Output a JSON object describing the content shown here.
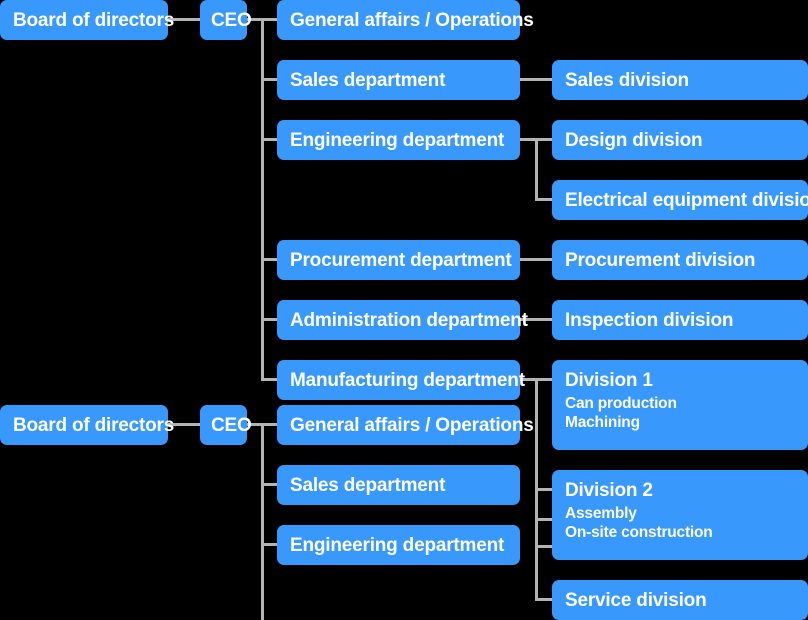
{
  "theme": {
    "background": "#000000",
    "node_fill": "#3898fc",
    "node_text": "#ffffff",
    "connector": "#b3b3b3"
  },
  "chart": {
    "type": "organization-chart",
    "instances": [
      {
        "id": "instance-1",
        "nodes": {
          "board": {
            "title": "Board of directors"
          },
          "ceo": {
            "title": "CEO"
          },
          "dept_general_affairs": {
            "title": "General affairs / Operations"
          },
          "dept_sales": {
            "title": "Sales department"
          },
          "dept_engineering": {
            "title": "Engineering department"
          },
          "dept_procurement": {
            "title": "Procurement department"
          },
          "dept_administration": {
            "title": "Administration department"
          },
          "dept_manufacturing": {
            "title": "Manufacturing department"
          },
          "div_sales": {
            "title": "Sales division"
          },
          "div_design": {
            "title": "Design division"
          },
          "div_electrical": {
            "title": "Electrical equipment division"
          },
          "div_procurement": {
            "title": "Procurement division"
          },
          "div_inspection": {
            "title": "Inspection division"
          },
          "div_1": {
            "title": "Division 1",
            "line2": "Can production",
            "line3": "Machining"
          },
          "div_2": {
            "title": "Division 2",
            "line2": "Assembly",
            "line3": "On-site construction"
          },
          "div_service": {
            "title": "Service division"
          }
        }
      },
      {
        "id": "instance-2",
        "nodes": {
          "board": {
            "title": "Board of directors"
          },
          "ceo": {
            "title": "CEO"
          },
          "dept_general_affairs": {
            "title": "General affairs / Operations"
          },
          "dept_sales": {
            "title": "Sales department"
          },
          "dept_engineering": {
            "title": "Engineering department"
          }
        }
      }
    ]
  }
}
